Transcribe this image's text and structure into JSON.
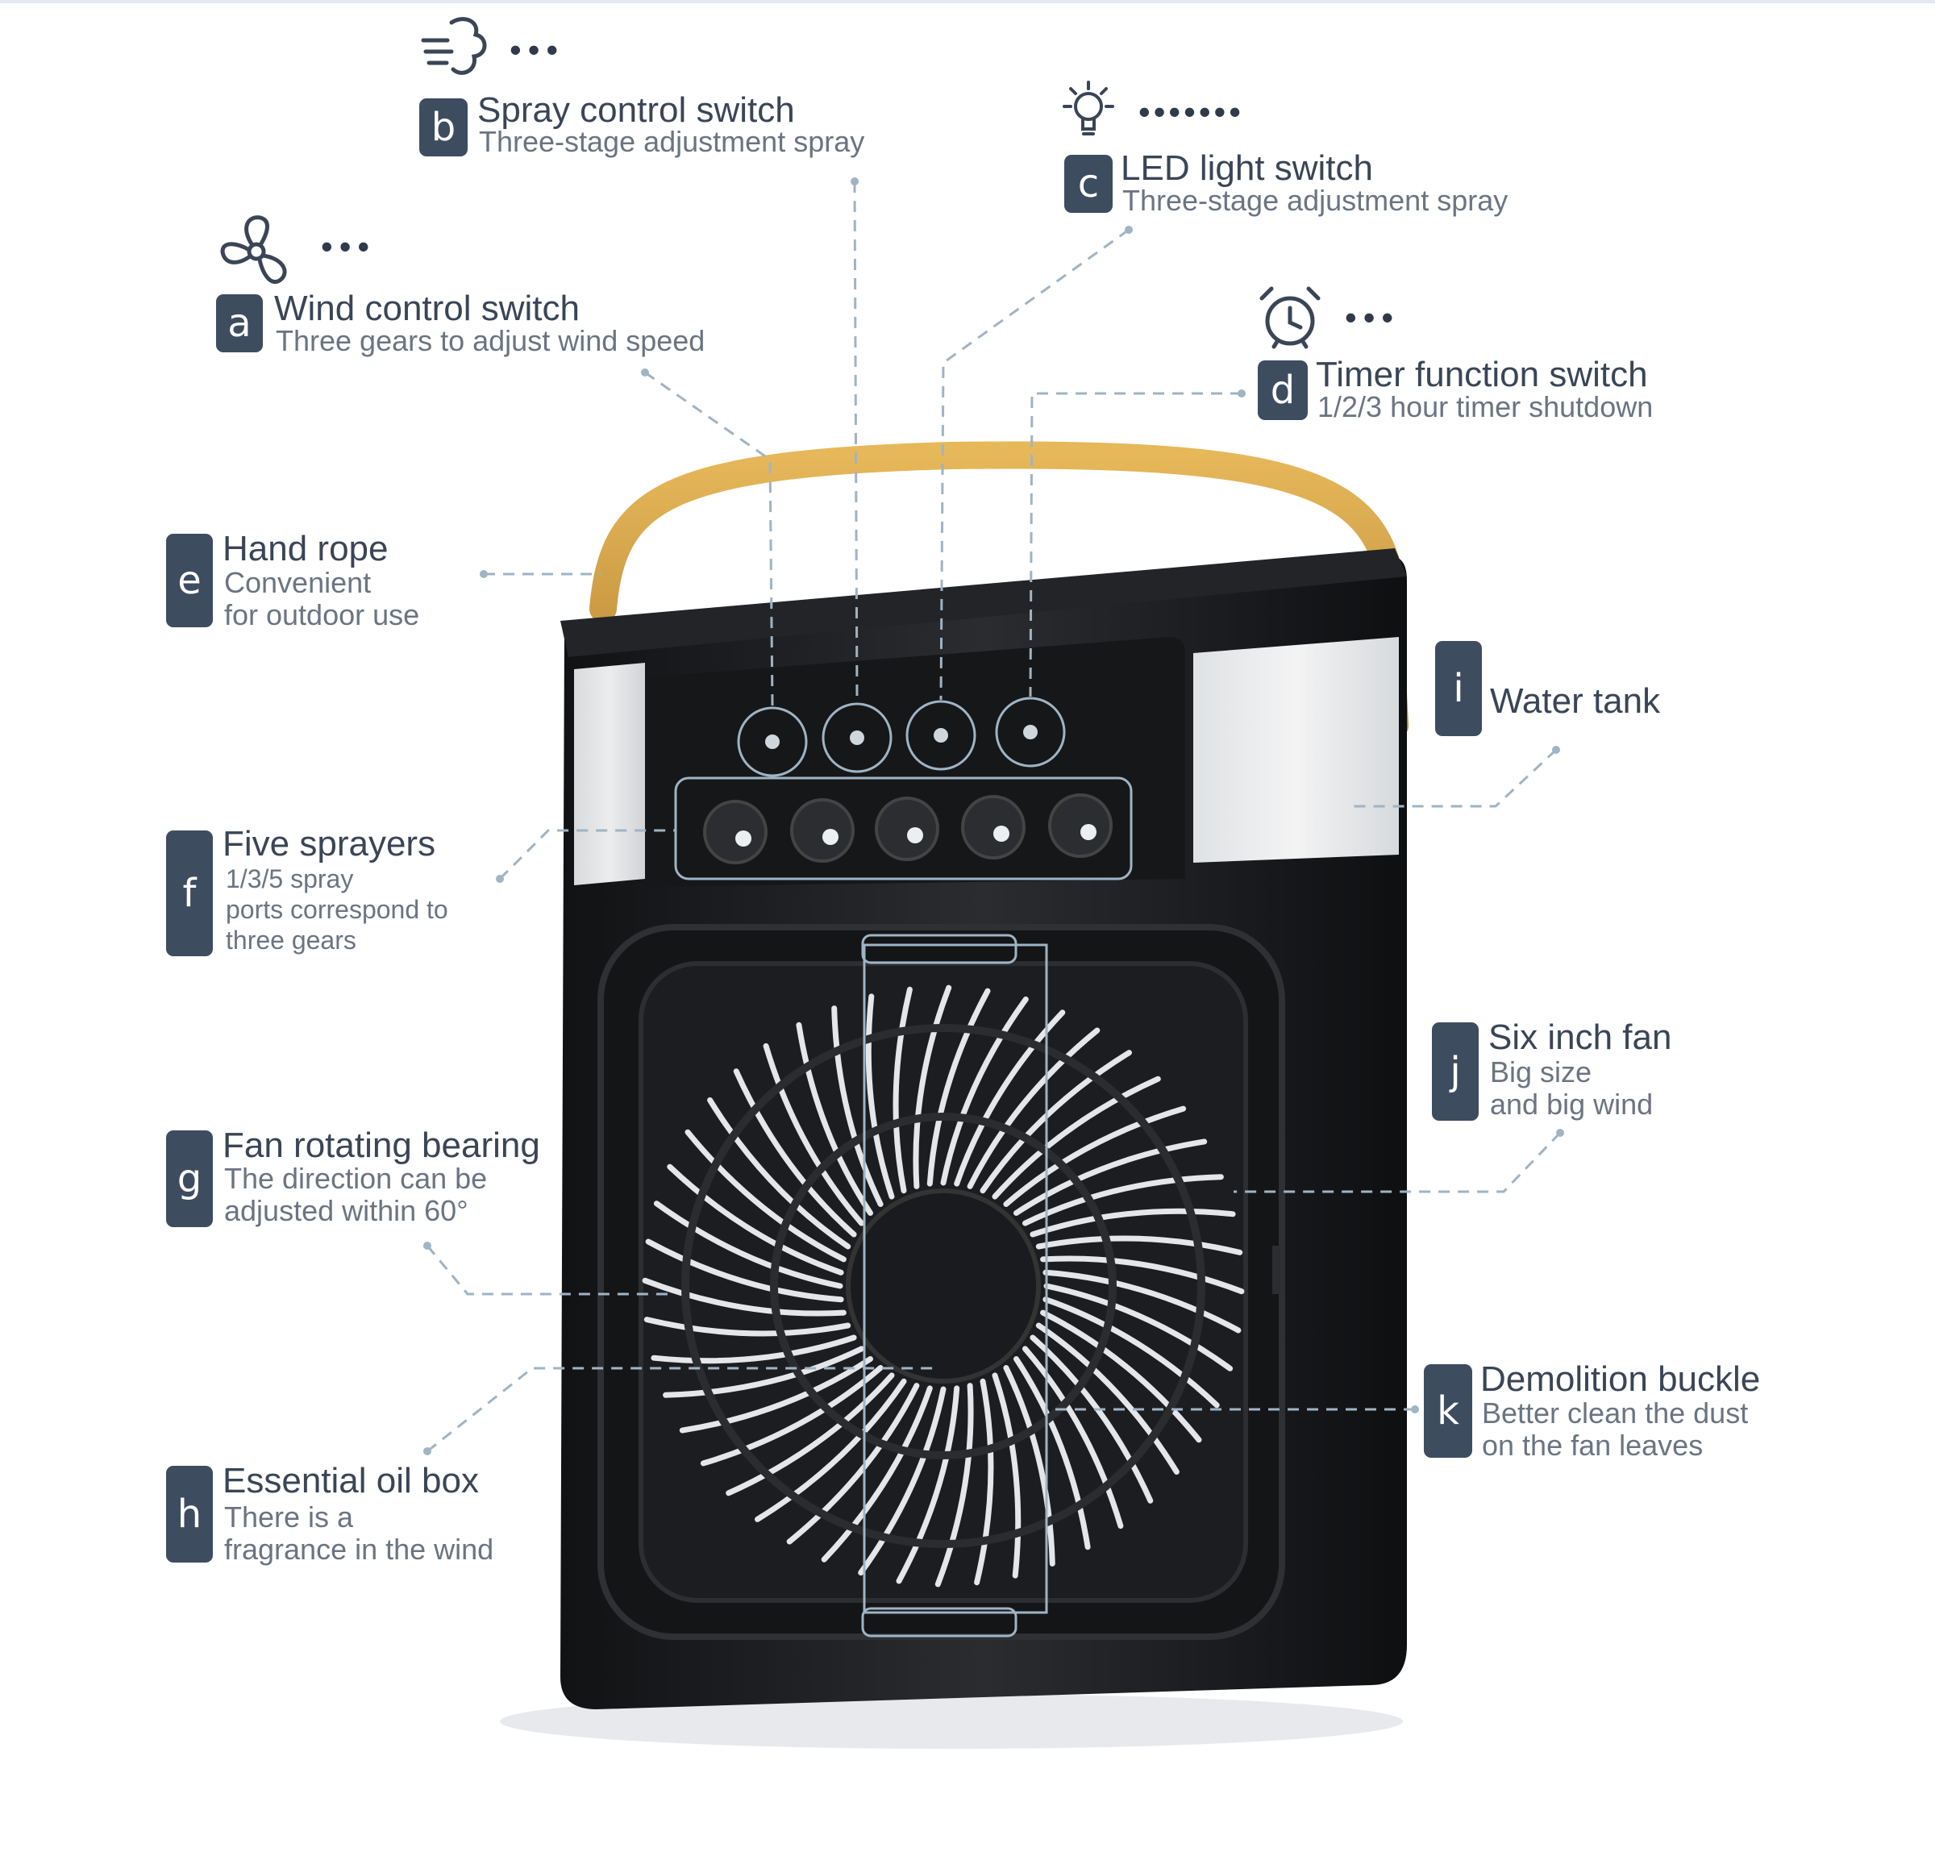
{
  "colors": {
    "badge": "#3e4c60",
    "handle": "#d4a24a",
    "body": "#1b1c1e",
    "leader": "#9fb4c4"
  },
  "labels": {
    "a": {
      "letter": "a",
      "title": "Wind control switch",
      "lines": [
        "Three gears to adjust wind speed"
      ],
      "icon": "fan-icon",
      "level_dots": "•••"
    },
    "b": {
      "letter": "b",
      "title": "Spray control switch",
      "lines": [
        "Three-stage adjustment spray"
      ],
      "icon": "spray-icon",
      "level_dots": "•••"
    },
    "c": {
      "letter": "c",
      "title": "LED light switch",
      "lines": [
        "Three-stage adjustment spray"
      ],
      "icon": "light-bulb-icon",
      "level_dots": "•••••••"
    },
    "d": {
      "letter": "d",
      "title": "Timer function switch",
      "lines": [
        "1/2/3 hour timer shutdown"
      ],
      "icon": "alarm-clock-icon",
      "level_dots": "•••"
    },
    "e": {
      "letter": "e",
      "title": "Hand rope",
      "lines": [
        "Convenient",
        "for outdoor use"
      ]
    },
    "f": {
      "letter": "f",
      "title": "Five sprayers",
      "lines": [
        "1/3/5 spray",
        "ports correspond to",
        "three gears"
      ]
    },
    "g": {
      "letter": "g",
      "title": "Fan rotating bearing",
      "lines": [
        "The direction can be",
        "adjusted within 60°"
      ]
    },
    "h": {
      "letter": "h",
      "title": "Essential oil box",
      "lines": [
        "There is a",
        "fragrance in the wind"
      ]
    },
    "i": {
      "letter": "i",
      "title": "Water tank",
      "lines": []
    },
    "j": {
      "letter": "j",
      "title": "Six inch fan",
      "lines": [
        "Big size",
        "and big wind"
      ]
    },
    "k": {
      "letter": "k",
      "title": "Demolition buckle",
      "lines": [
        "Better clean the dust",
        "on the fan leaves"
      ]
    }
  }
}
